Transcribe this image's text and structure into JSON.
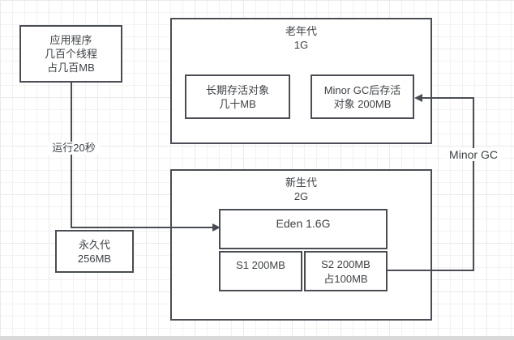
{
  "colors": {
    "border": "#4a4e54",
    "text": "#3d4145",
    "line": "#4a4e54",
    "grid_minor": "#f2f2f2",
    "grid_major": "#eaeaea",
    "canvas_bg": "#ffffff",
    "bottom_bar": "#d9d9d9"
  },
  "diagram": {
    "app_box": {
      "lines": [
        "应用程序",
        "几百个线程",
        "占几百MB"
      ]
    },
    "run_edge_label": "运行20秒",
    "perm_box": {
      "lines": [
        "永久代",
        "256MB"
      ]
    },
    "old_gen": {
      "title": "老年代",
      "size": "1G",
      "long_lived_box": {
        "lines": [
          "长期存活对象",
          "几十MB"
        ]
      },
      "survivor_box": {
        "lines": [
          "Minor GC后存活",
          "对象 200MB"
        ]
      }
    },
    "young_gen": {
      "title": "新生代",
      "size": "2G",
      "eden_box": {
        "label": "Eden 1.6G"
      },
      "s1_box": {
        "label": "S1 200MB"
      },
      "s2_box": {
        "lines": [
          "S2 200MB",
          "占100MB"
        ]
      }
    },
    "minor_gc_edge_label": "Minor GC"
  }
}
